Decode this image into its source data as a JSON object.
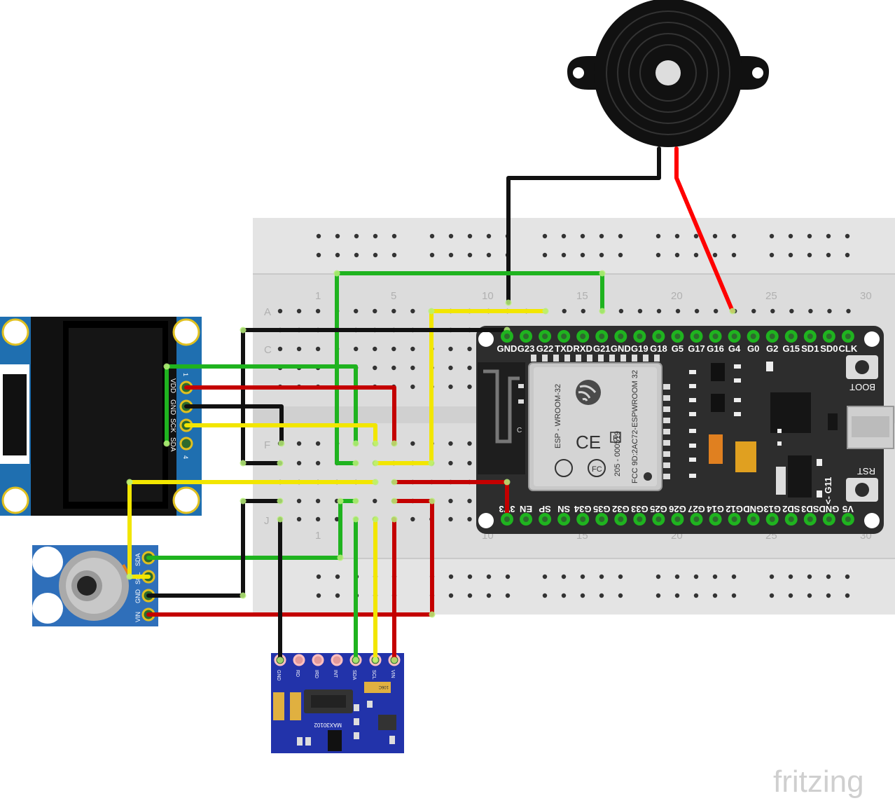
{
  "breadboard": {
    "row_labels_top": [
      "A",
      "C"
    ],
    "row_labels_bottom": [
      "F",
      "J"
    ],
    "col_numbers": [
      "1",
      "5",
      "10",
      "15",
      "20",
      "25",
      "30"
    ]
  },
  "esp32": {
    "top_pins": [
      "GND",
      "G23",
      "G22",
      "TXD",
      "RXD",
      "G21",
      "GND",
      "G19",
      "G18",
      "G5",
      "G17",
      "G16",
      "G4",
      "G0",
      "G2",
      "G15",
      "SD1",
      "SD0",
      "CLK"
    ],
    "bottom_pins": [
      "3V3",
      "EN",
      "SP",
      "SN",
      "G34",
      "G35",
      "G32",
      "G33",
      "G25",
      "G26",
      "G27",
      "G14",
      "G12",
      "GND",
      "G13",
      "SD2",
      "SD3",
      "GND",
      "V5"
    ],
    "module_text_1": "ESP - WROOM-32",
    "module_text_2": "205 - 000519",
    "module_text_3": "FCC 9D:2AC72-ESPWROOM 32",
    "label_c": "C",
    "fcc_mark": "FC",
    "ce_mark": "CE",
    "r_mark": "R",
    "boot_label": "BOOT",
    "rst_label": "RST",
    "gpio_label": "<- G11"
  },
  "oled": {
    "pins": [
      "VDD",
      "GND",
      "SCK",
      "SDA"
    ],
    "pin_num_1": "1",
    "pin_num_4": "4"
  },
  "temp_sensor": {
    "pins": [
      "SDA",
      "SCL",
      "GND",
      "VIN"
    ]
  },
  "pulse_sensor": {
    "pins": [
      "GND",
      "RD",
      "IRD",
      "INT",
      "SDA",
      "SCL",
      "VIN"
    ],
    "chip_label": "MAX30102",
    "cap_label": "106C"
  },
  "watermark": "fritzing",
  "colors": {
    "wire_green": "#1fb31f",
    "wire_red": "#c40000",
    "wire_yellow": "#f2e600",
    "wire_black": "#111111",
    "breadboard": "#dedede",
    "esp_board": "#2d2d2d",
    "pcb_blue": "#1f6fb0",
    "pcb_purple_blue": "#2233aa"
  }
}
